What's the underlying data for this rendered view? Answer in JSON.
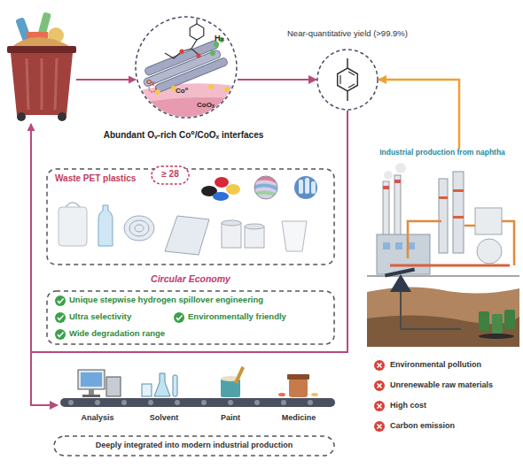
{
  "diagram": {
    "nodes": [
      {
        "text": [
          "H₂",
          "Oᵥ",
          "Co⁰",
          "CoOₓ"
        ]
      },
      {
        "text": [
          "Near-quantitative yield (>99.9%)"
        ]
      },
      {
        "text": [
          "Waste PET plastics"
        ]
      },
      {
        "text": [
          "≥ 28"
        ],
        "in": 2
      },
      {
        "text": [
          "Circular Economy",
          "Unique stepwise hydrogen spillover engineering",
          "Ultra selectivity",
          "Environmentally friendly",
          "Wide degradation range"
        ]
      },
      {
        "text": [
          "Analysis",
          "Solvent",
          "Paint",
          "Medicine"
        ]
      },
      {
        "text": [
          "Deeply integrated into modern industrial production"
        ]
      },
      {
        "text": [
          "Industrial production from naphtha"
        ]
      }
    ],
    "edges": [
      {
        "from": 0,
        "to": 1,
        "arrow": "to"
      },
      {
        "from": 7,
        "to": 1,
        "arrow": "to"
      },
      {
        "from": 1,
        "to": 5,
        "arrow": "to"
      }
    ],
    "labels": [
      "Abundant Oᵥ-rich Co⁰/CoOₓ interfaces",
      "Environmental pollution",
      "Unrenewable raw materials",
      "High cost",
      "Carbon emission"
    ]
  }
}
